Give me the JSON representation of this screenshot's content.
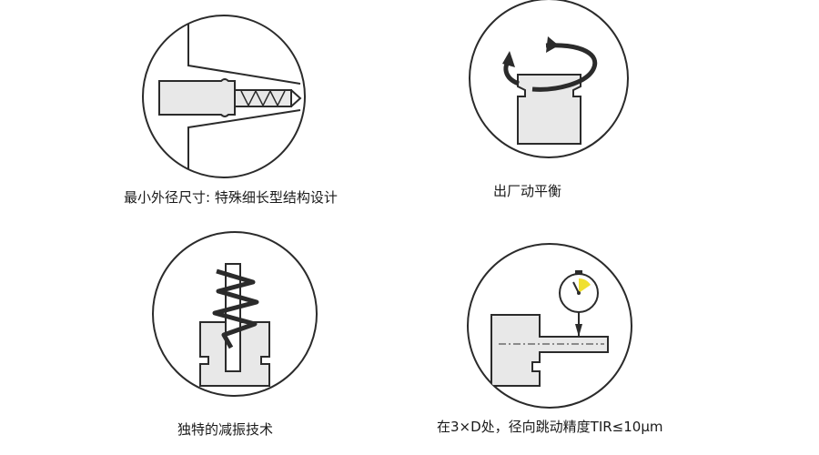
{
  "features": [
    {
      "caption": "最小外径尺寸: 特殊细长型结构设计"
    },
    {
      "caption": "出厂动平衡"
    },
    {
      "caption": "独特的减振技术"
    },
    {
      "caption": "在3×D处，径向跳动精度TIR≤10μm"
    }
  ],
  "colors": {
    "stroke": "#2b2b2b",
    "fill": "#e8e8e8",
    "accent": "#f0e030"
  }
}
